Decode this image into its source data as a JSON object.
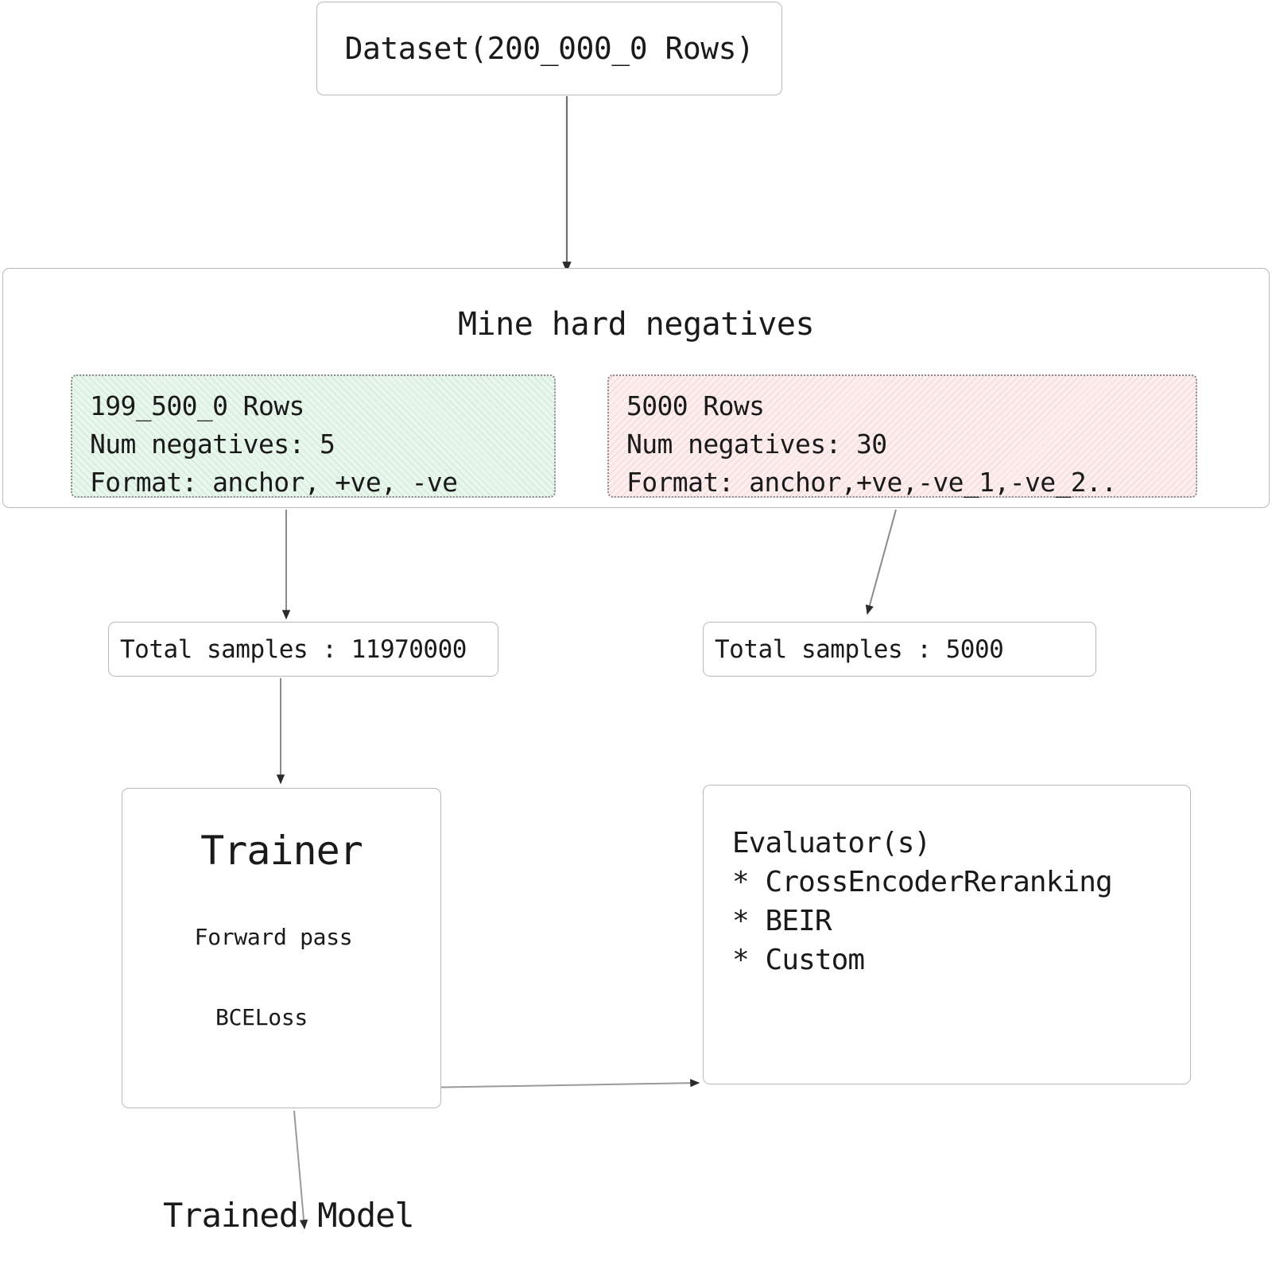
{
  "diagram": {
    "title": "CrossEncoder training pipeline",
    "colors": {
      "box_border": "#b9b9b9",
      "sub_border": "#8a8a8a",
      "green_fill": "#e8f6ec",
      "green_hatch": "#a0d5af",
      "pink_fill": "#fdeeee",
      "pink_hatch": "#e9aaaa",
      "edge": "#6e6e6e",
      "text": "#1a1a1a"
    }
  },
  "dataset": {
    "label": "Dataset(200_000_0 Rows)"
  },
  "mine": {
    "title": "Mine hard negatives",
    "train_split": {
      "rows": "199_500_0 Rows",
      "num_negatives": "Num negatives: 5",
      "format": "Format: anchor, +ve, -ve"
    },
    "eval_split": {
      "rows": "5000 Rows",
      "num_negatives": "Num negatives: 30",
      "format": "Format: anchor,+ve,-ve_1,-ve_2.."
    }
  },
  "totals": {
    "left": "Total samples : 11970000",
    "right": "Total samples : 5000"
  },
  "trainer": {
    "title": "Trainer",
    "forward_pass": "Forward pass",
    "loss": "BCELoss"
  },
  "evaluator": {
    "title": "Evaluator(s)",
    "items": [
      "* CrossEncoderReranking",
      "* BEIR",
      "* Custom"
    ]
  },
  "output": {
    "label": "Trained Model"
  }
}
